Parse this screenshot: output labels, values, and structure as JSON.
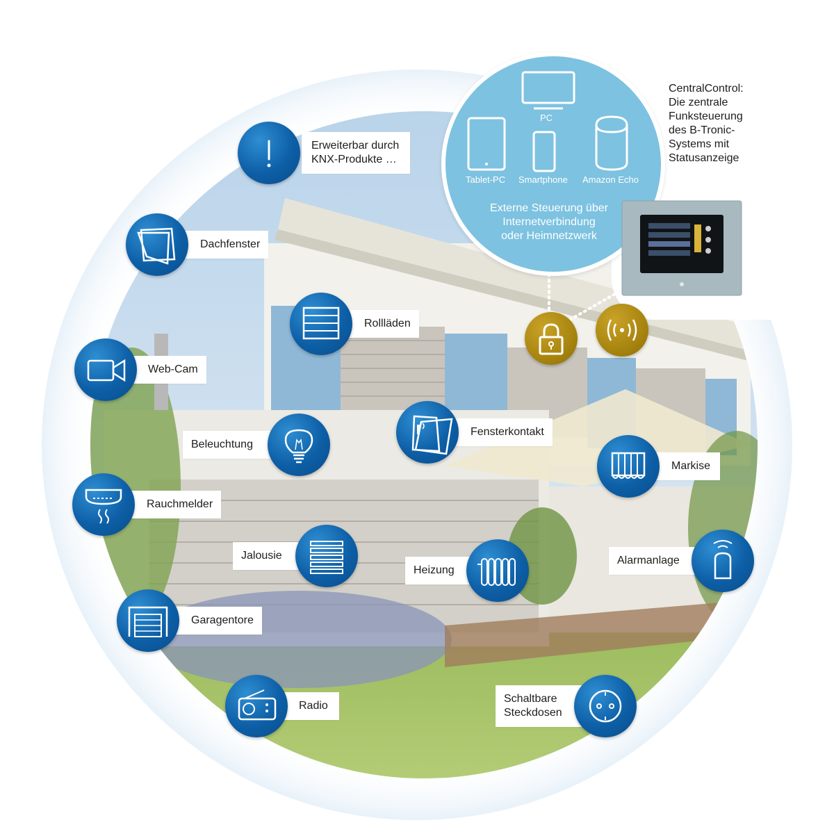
{
  "colors": {
    "icon_blue": "#0d5fa6",
    "lock_gold": "#a88510",
    "bubble_blue": "#7dc2e0",
    "label_bg": "#ffffff",
    "text": "#1d1d1b"
  },
  "external": {
    "devices": {
      "pc": "PC",
      "tablet": "Tablet-PC",
      "smartphone": "Smartphone",
      "echo": "Amazon Echo"
    },
    "caption": [
      "Externe Steuerung über",
      "Internetverbindung",
      "oder Heimnetzwerk"
    ]
  },
  "central": {
    "lines": [
      "CentralControl:",
      "Die zentrale",
      "Funksteuerung",
      "des B-Tronic-",
      "Systems mit",
      "Statusanzeige"
    ]
  },
  "features": {
    "knx": [
      "Erweiterbar durch",
      "KNX-Produkte …"
    ],
    "dachfenster": "Dachfenster",
    "rolllaeden": "Rollläden",
    "webcam": "Web-Cam",
    "beleuchtung": "Beleuchtung",
    "fensterkontakt": "Fensterkontakt",
    "markise": "Markise",
    "rauchmelder": "Rauchmelder",
    "jalousie": "Jalousie",
    "heizung": "Heizung",
    "alarmanlage": "Alarmanlage",
    "garagentore": "Garagentore",
    "radio": "Radio",
    "steckdosen": [
      "Schaltbare",
      "Steckdosen"
    ]
  },
  "icons": [
    "exclamation-icon",
    "roof-window-icon",
    "roller-shutter-icon",
    "camera-icon",
    "light-bulb-icon",
    "window-contact-icon",
    "awning-icon",
    "smoke-detector-icon",
    "venetian-blind-icon",
    "radiator-icon",
    "alarm-remote-icon",
    "garage-door-icon",
    "radio-icon",
    "socket-icon",
    "lock-icon",
    "wireless-signal-icon",
    "pc-icon",
    "tablet-icon",
    "smartphone-icon",
    "speaker-icon"
  ]
}
